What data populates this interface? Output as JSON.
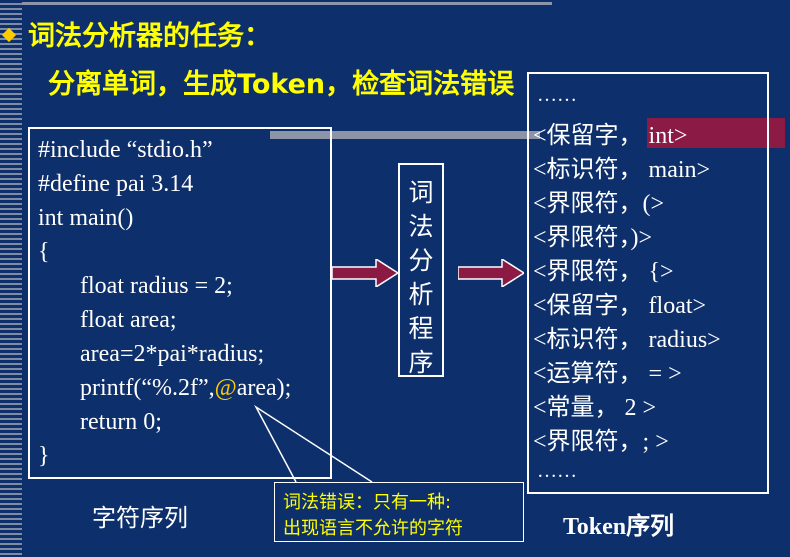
{
  "title": {
    "line1": "词法分析器的任务：",
    "line2": "分离单词，生成Token，检查词法错误"
  },
  "source": {
    "lines": [
      "#include “stdio.h”",
      "#define pai 3.14",
      "int main()",
      "{",
      "float radius = 2;",
      "float area;",
      "area=2*pai*radius;",
      "printf(“%.2f”,",
      "@",
      "area);",
      "return 0;",
      "}"
    ],
    "caption": "字符序列"
  },
  "program": {
    "chars": [
      "词",
      "法",
      "分",
      "析",
      "程",
      "序"
    ]
  },
  "tokens": {
    "lines": [
      "……",
      "<保留字， int>",
      "<标识符， main>",
      "<界限符，(>",
      "<界限符，)>",
      "<界限符， {>",
      "<保留字，  float>",
      "<标识符，  radius>",
      "<运算符，  = >",
      "<常量，  2 >",
      "<界限符，; >",
      "……"
    ],
    "caption": "Token序列"
  },
  "callout": {
    "line1": "词法错误：只有一种:",
    "line2": "出现语言不允许的字符"
  },
  "colors": {
    "background": "#0d2f6b",
    "title": "#ffff00",
    "arrow": "#8b1a45",
    "accent": "#ffcc00"
  }
}
